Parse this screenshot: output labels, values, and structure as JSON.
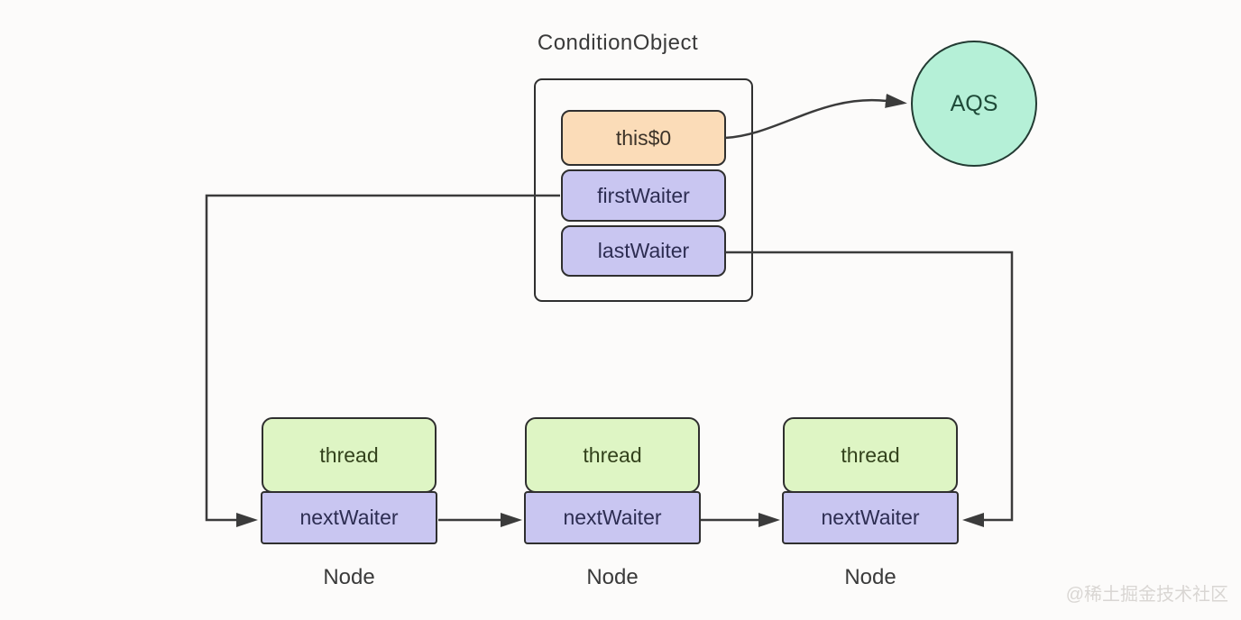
{
  "diagram": {
    "title": "ConditionObject",
    "condition_object": {
      "fields": [
        "this$0",
        "firstWaiter",
        "lastWaiter"
      ]
    },
    "aqs_label": "AQS",
    "nodes": [
      {
        "thread": "thread",
        "next_waiter": "nextWaiter",
        "caption": "Node"
      },
      {
        "thread": "thread",
        "next_waiter": "nextWaiter",
        "caption": "Node"
      },
      {
        "thread": "thread",
        "next_waiter": "nextWaiter",
        "caption": "Node"
      }
    ],
    "watermark": "@稀土掘金技术社区"
  },
  "colors": {
    "background": "#fcfbfa",
    "this0_fill": "#fbdcb8",
    "waiter_fill": "#c9c6f1",
    "thread_fill": "#def5c4",
    "aqs_fill": "#b5f0d7",
    "border": "#2f2f2f",
    "connector": "#3b3b3b",
    "watermark_text": "#d9d6d3"
  }
}
